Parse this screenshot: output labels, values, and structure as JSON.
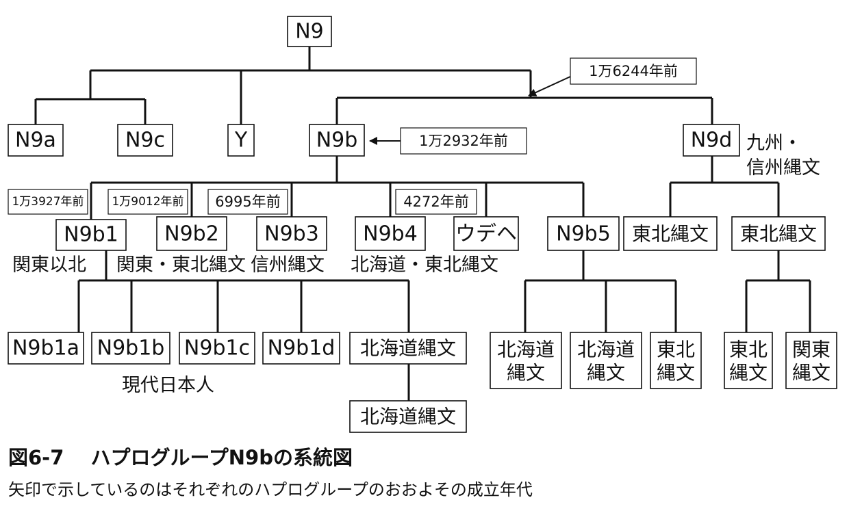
{
  "nodes": {
    "n9": "N9",
    "n9a": "N9a",
    "n9c": "N9c",
    "y": "Y",
    "n9b": "N9b",
    "n9d": "N9d",
    "n9b1": "N9b1",
    "n9b2": "N9b2",
    "n9b3": "N9b3",
    "n9b4": "N9b4",
    "udehe": "ウデヘ",
    "n9b5": "N9b5",
    "n9d_child1": "東北縄文",
    "n9d_child2": "東北縄文",
    "n9b1a": "N9b1a",
    "n9b1b": "N9b1b",
    "n9b1c": "N9b1c",
    "n9b1d": "N9b1d",
    "hokkaido_jomon_1": "北海道縄文",
    "hokkaido_jomon_2": "北海道縄文",
    "n9b5_child1": [
      "北海道",
      "縄文"
    ],
    "n9b5_child2": [
      "北海道",
      "縄文"
    ],
    "n9b5_child3": [
      "東北",
      "縄文"
    ],
    "n9d2_child1": [
      "東北",
      "縄文"
    ],
    "n9d2_child2": [
      "関東",
      "縄文"
    ]
  },
  "dates": {
    "n9b_n9d_split": "1万6244年前",
    "n9b": "1万2932年前",
    "n9b1": "1万3927年前",
    "n9b2": "1万9012年前",
    "n9b3": "6995年前",
    "n9b4": "4272年前"
  },
  "labels": {
    "n9d_region": [
      "九州・",
      "信州縄文"
    ],
    "n9b1_region": "関東以北",
    "n9b2_region": "関東・東北縄文",
    "n9b3_region": "信州縄文",
    "n9b4_region": "北海道・東北縄文",
    "modern_japanese": "現代日本人"
  },
  "figure": {
    "title": "図6-7　 ハプログループN9bの系統図",
    "caption": "矢印で示しているのはそれぞれのハプログループのおおよその成立年代"
  }
}
